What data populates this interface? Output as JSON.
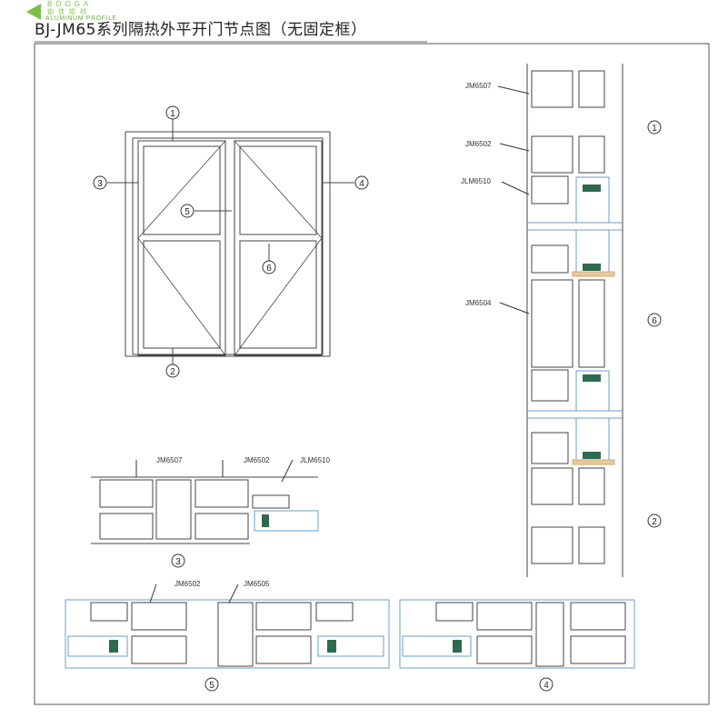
{
  "logo": {
    "brand": "BOOGA",
    "chinese": "铂佳铝材",
    "sub": "ALUMINUM PROFILE"
  },
  "title": "BJ-JM65系列隔热外平开门节点图（无固定框）",
  "elevation": {
    "callouts": [
      "1",
      "2",
      "3",
      "4",
      "5",
      "6"
    ]
  },
  "vertical_section": {
    "labels": [
      "JM6507",
      "JM6502",
      "JLM6510",
      "JM6504"
    ],
    "callouts": [
      "1",
      "6",
      "2"
    ]
  },
  "section_3": {
    "labels": [
      "JM6507",
      "JM6502",
      "JLM6510"
    ],
    "callout": "3"
  },
  "section_5": {
    "labels": [
      "JM6502",
      "JM6505"
    ],
    "callout": "5"
  },
  "section_4": {
    "callout": "4"
  },
  "colors": {
    "line": "#444444",
    "glass": "#6a9ccc",
    "seal": "#2e6b4e",
    "insulator": "#e8c9a0",
    "logo": "#7cc04b"
  }
}
